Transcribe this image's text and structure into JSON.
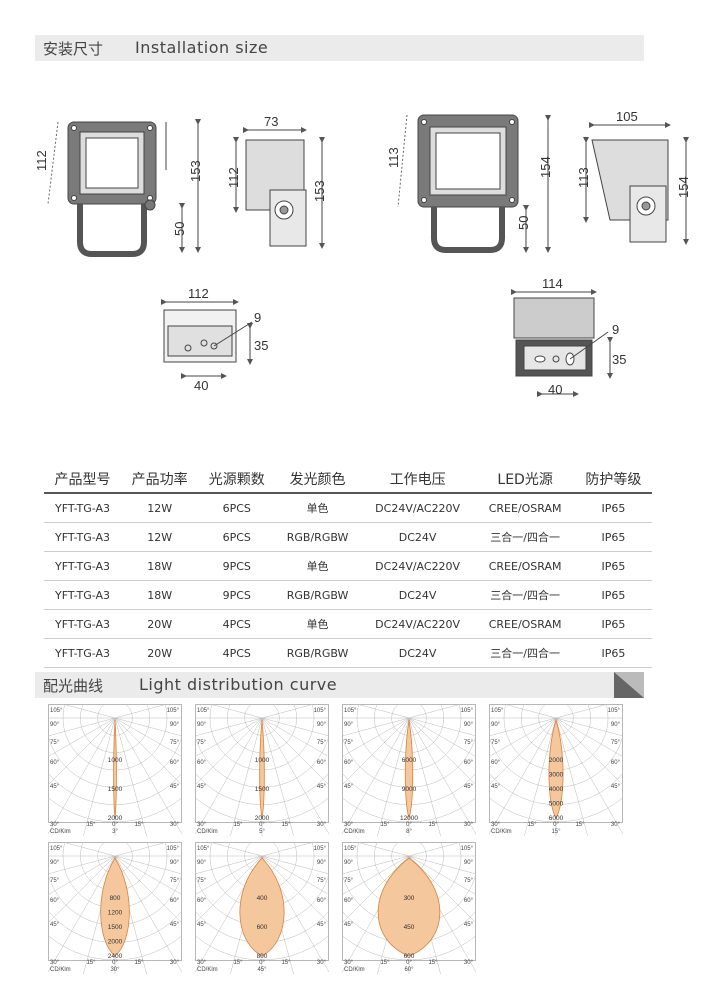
{
  "sections": {
    "installation": {
      "zh": "安装尺寸",
      "en": "Installation size"
    },
    "light": {
      "zh": "配光曲线",
      "en": "Light distribution curve"
    }
  },
  "drawing_small": {
    "front": {
      "height_total": "112",
      "dim_a": "153",
      "dim_b": "50"
    },
    "side": {
      "width": "73",
      "dim_a": "112",
      "dim_b": "153"
    },
    "bottom": {
      "width": "112",
      "depth": "35",
      "offset": "40",
      "screw": "9"
    }
  },
  "drawing_large": {
    "front": {
      "height_total": "113",
      "dim_a": "154",
      "dim_b": "50"
    },
    "side": {
      "width": "105",
      "dim_a": "113",
      "dim_b": "154"
    },
    "bottom": {
      "width": "114",
      "depth": "35",
      "offset": "40",
      "screw": "9"
    }
  },
  "spec_table": {
    "headers": [
      "产品型号",
      "产品功率",
      "光源颗数",
      "发光颜色",
      "工作电压",
      "LED光源",
      "防护等级"
    ],
    "rows": [
      [
        "YFT-TG-A3",
        "12W",
        "6PCS",
        "单色",
        "DC24V/AC220V",
        "CREE/OSRAM",
        "IP65"
      ],
      [
        "YFT-TG-A3",
        "12W",
        "6PCS",
        "RGB/RGBW",
        "DC24V",
        "三合一/四合一",
        "IP65"
      ],
      [
        "YFT-TG-A3",
        "18W",
        "9PCS",
        "单色",
        "DC24V/AC220V",
        "CREE/OSRAM",
        "IP65"
      ],
      [
        "YFT-TG-A3",
        "18W",
        "9PCS",
        "RGB/RGBW",
        "DC24V",
        "三合一/四合一",
        "IP65"
      ],
      [
        "YFT-TG-A3",
        "20W",
        "4PCS",
        "单色",
        "DC24V/AC220V",
        "CREE/OSRAM",
        "IP65"
      ],
      [
        "YFT-TG-A3",
        "20W",
        "4PCS",
        "RGB/RGBW",
        "DC24V",
        "三合一/四合一",
        "IP65"
      ]
    ]
  },
  "polar_common": {
    "angle_labels": [
      "105°",
      "90°",
      "75°",
      "60°",
      "45°",
      "30°",
      "15°",
      "0°"
    ],
    "unit": "CD/Klm"
  },
  "polar_curves": [
    {
      "beam": "3°",
      "beam_deg": 3,
      "rings": [
        "1000",
        "1500",
        "2000"
      ]
    },
    {
      "beam": "5°",
      "beam_deg": 5,
      "rings": [
        "1000",
        "1500",
        "2000"
      ]
    },
    {
      "beam": "8°",
      "beam_deg": 8,
      "rings": [
        "6000",
        "9000",
        "12000"
      ]
    },
    {
      "beam": "15°",
      "beam_deg": 15,
      "rings": [
        "2000",
        "3000",
        "4000",
        "5000",
        "6000"
      ]
    },
    {
      "beam": "30°",
      "beam_deg": 30,
      "rings": [
        "800",
        "1200",
        "1500",
        "2000",
        "2400"
      ]
    },
    {
      "beam": "45°",
      "beam_deg": 45,
      "rings": [
        "400",
        "600",
        "800"
      ]
    },
    {
      "beam": "60°",
      "beam_deg": 60,
      "rings": [
        "300",
        "450",
        "600"
      ]
    }
  ]
}
